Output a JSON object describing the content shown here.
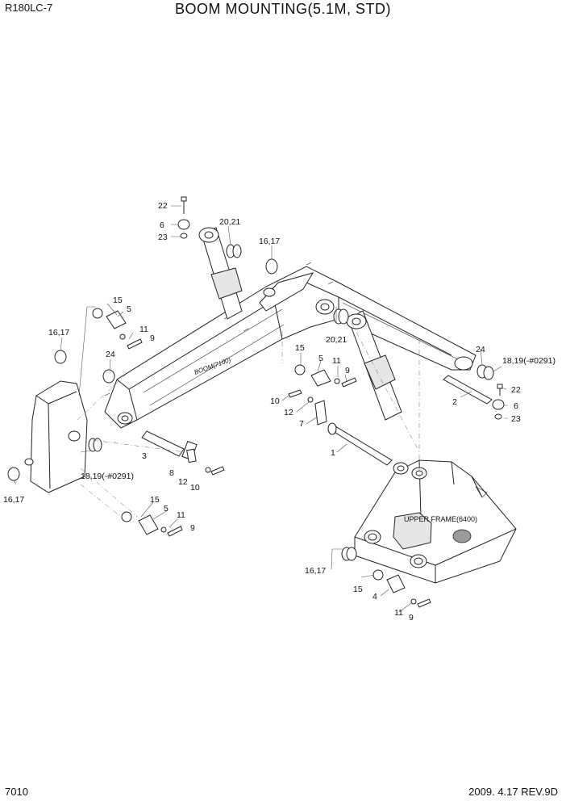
{
  "header": {
    "model": "R180LC-7",
    "title": "BOOM MOUNTING(5.1M, STD)"
  },
  "footer": {
    "page_number": "7010",
    "date_rev": "2009. 4.17  REV.9D"
  },
  "assembly_notes": {
    "boom": "BOOM(7100)",
    "upper_frame": "UPPER FRAME(6400)"
  },
  "callouts": {
    "c22_top": "22",
    "c6_top": "6",
    "c23_top": "23",
    "c2021_top": "20,21",
    "c1617_top": "16,17",
    "c15_left": "15",
    "c5_left": "5",
    "c11_left": "11",
    "c9_left": "9",
    "c1617_left": "16,17",
    "c24_left": "24",
    "c3": "3",
    "c8": "8",
    "c12_mid": "12",
    "c10_mid": "10",
    "c1819_left": "18,19(-#0291)",
    "c1617_bl": "16,17",
    "c15_bot": "15",
    "c5_bot": "5",
    "c11_bot": "11",
    "c9_bot": "9",
    "c2021_mid": "20,21",
    "c15_mid": "15",
    "c5_mid": "5",
    "c11_mid": "11",
    "c9_mid": "9",
    "c10_ctr": "10",
    "c12_ctr": "12",
    "c7": "7",
    "c1": "1",
    "c24_right": "24",
    "c1819_right": "18,19(-#0291)",
    "c2": "2",
    "c22_right": "22",
    "c6_right": "6",
    "c23_right": "23",
    "c1617_br": "16,17",
    "c15_br": "15",
    "c4": "4",
    "c11_br": "11",
    "c9_br": "9"
  }
}
